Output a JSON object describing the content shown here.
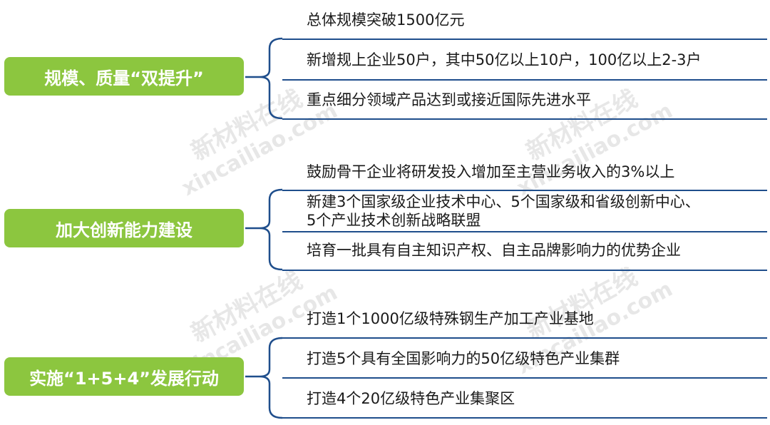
{
  "colors": {
    "category_fill": "#8cc63f",
    "brace": "#1f4e8c",
    "divider": "#1f4e8c",
    "text": "#1a1a1a",
    "watermark": "#aaaaaa"
  },
  "watermark": {
    "line1": "新材料在线",
    "line2": "xincailiao.com"
  },
  "groups": [
    {
      "category": "规模、质量“双提升”",
      "items": [
        [
          "总体规模突破1500亿元"
        ],
        [
          "新增规上企业50户，其中50亿以上10户，100亿以上2-3户"
        ],
        [
          "重点细分领域产品达到或接近国际先进水平"
        ]
      ]
    },
    {
      "category": "加大创新能力建设",
      "items": [
        [
          "鼓励骨干企业将研发投入增加至主营业务收入的3%以上"
        ],
        [
          "新建3个国家级企业技术中心、5个国家级和省级创新中心、",
          "5个产业技术创新战略联盟"
        ],
        [
          "培育一批具有自主知识产权、自主品牌影响力的优势企业"
        ]
      ]
    },
    {
      "category": "实施“1+5+4”发展行动",
      "items": [
        [
          "打造1个1000亿级特殊钢生产加工产业基地"
        ],
        [
          "打造5个具有全国影响力的50亿级特色产业集群"
        ],
        [
          "打造4个20亿级特色产业集聚区"
        ]
      ]
    }
  ]
}
